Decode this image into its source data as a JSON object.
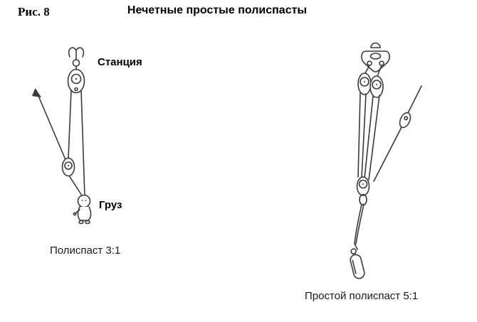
{
  "figure_label": "Рис. 8",
  "title": "Нечетные простые полиспасты",
  "left_diagram": {
    "anchor_label": "Станция",
    "load_label": "Груз",
    "caption": "Полиспаст 3:1"
  },
  "right_diagram": {
    "caption": "Простой полиспаст 5:1"
  },
  "colors": {
    "line": "#3a3a3a",
    "text": "#000000",
    "background": "#ffffff"
  }
}
